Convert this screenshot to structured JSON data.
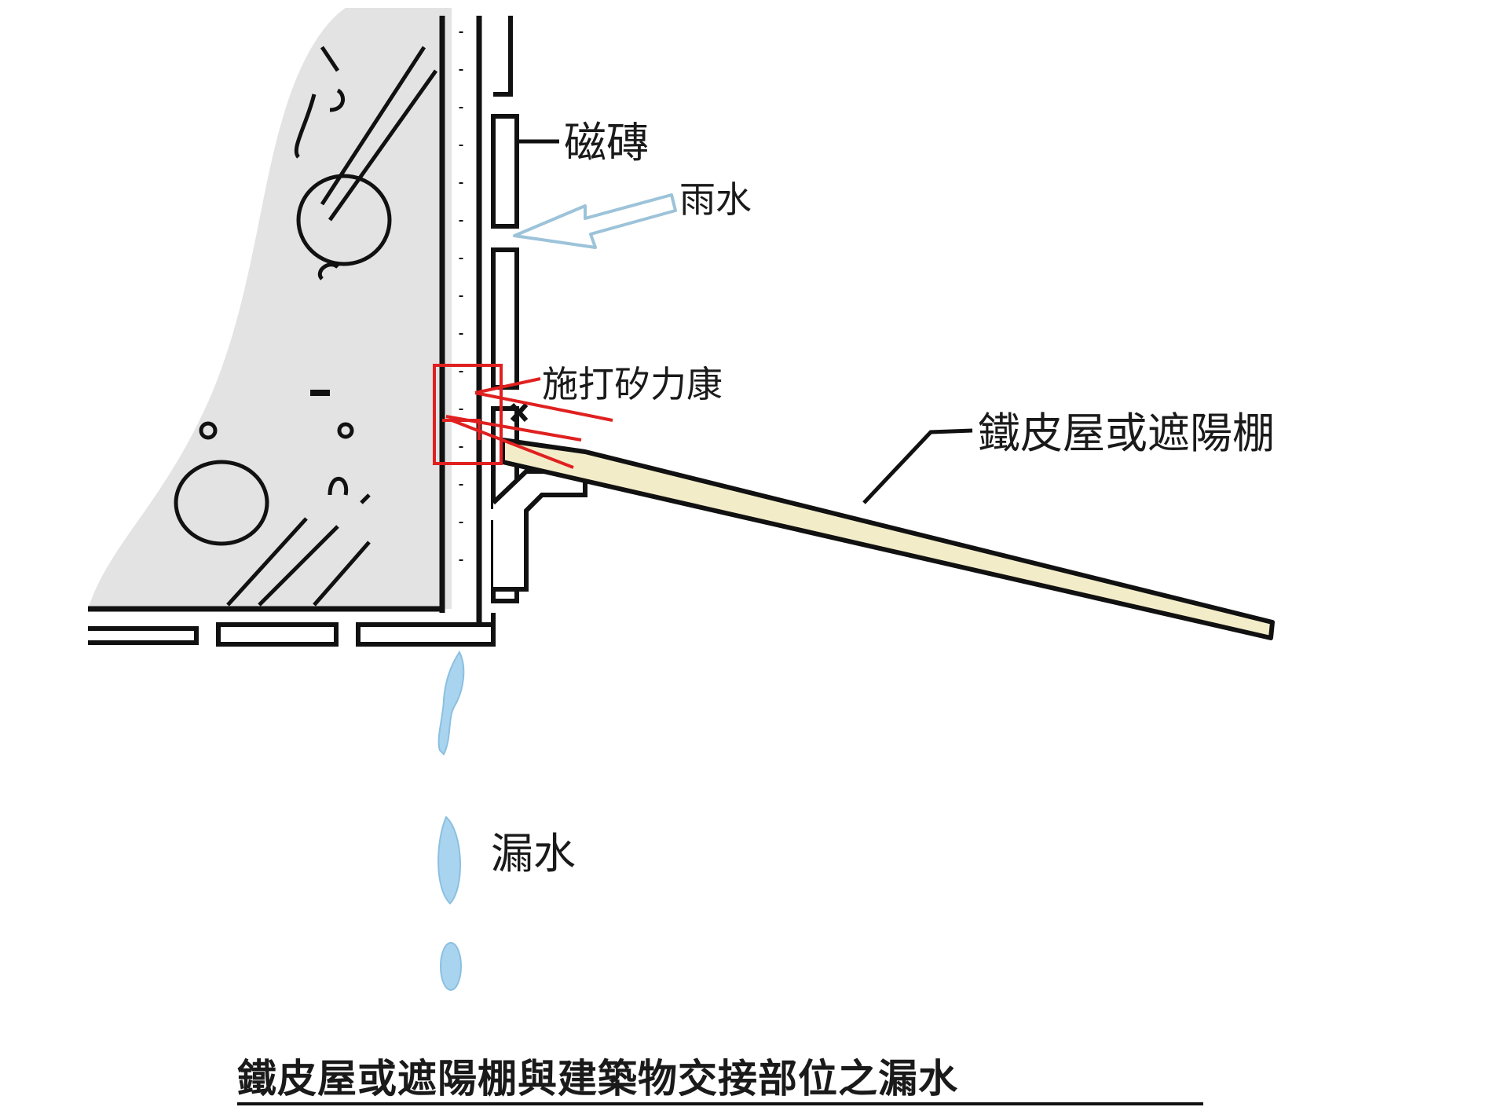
{
  "labels": {
    "tile": "磁磚",
    "rain": "雨水",
    "sealant": "施打矽力康",
    "roof": "鐵皮屋或遮陽棚",
    "leak": "漏水"
  },
  "caption": "鐵皮屋或遮陽棚與建築物交接部位之漏水",
  "colors": {
    "wall_fill": "#e3e3e3",
    "line": "#111111",
    "roof_fill": "#f3ecc9",
    "water": "#a9d4ef",
    "sealant_mark": "#e02020",
    "rain_arrow": "#b8d7ea"
  }
}
